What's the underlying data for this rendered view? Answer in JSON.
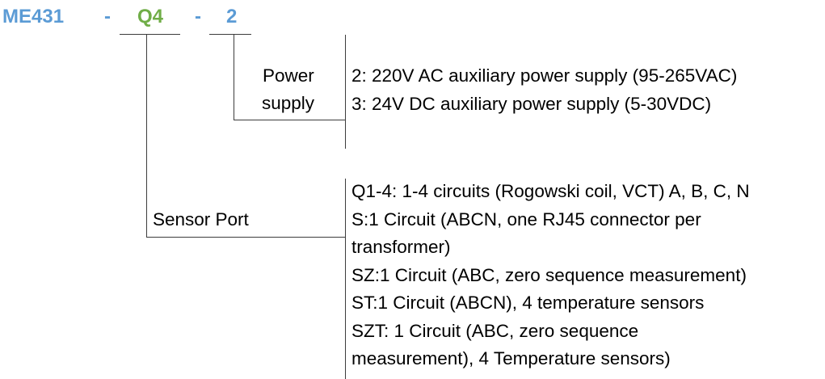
{
  "model_code": {
    "base": "ME431",
    "separator1": "-",
    "sensor_code": "Q4",
    "separator2": "-",
    "power_code": "2",
    "colors": {
      "base": "#5b9bd5",
      "sensor": "#70ad47",
      "power": "#5b9bd5"
    }
  },
  "power_supply": {
    "label_line1": "Power",
    "label_line2": "supply",
    "options": [
      "2: 220V AC auxiliary power supply (95-265VAC)",
      "3: 24V DC auxiliary power supply (5-30VDC)"
    ]
  },
  "sensor_port": {
    "label": "Sensor Port",
    "options": [
      "Q1-4: 1-4 circuits (Rogowski coil, VCT) A, B, C, N",
      "S:1 Circuit (ABCN, one RJ45 connector per",
      "transformer)",
      "SZ:1 Circuit (ABC, zero sequence measurement)",
      "ST:1 Circuit (ABCN), 4 temperature sensors",
      "SZT: 1 Circuit (ABC, zero sequence",
      "measurement), 4 Temperature sensors)"
    ]
  }
}
